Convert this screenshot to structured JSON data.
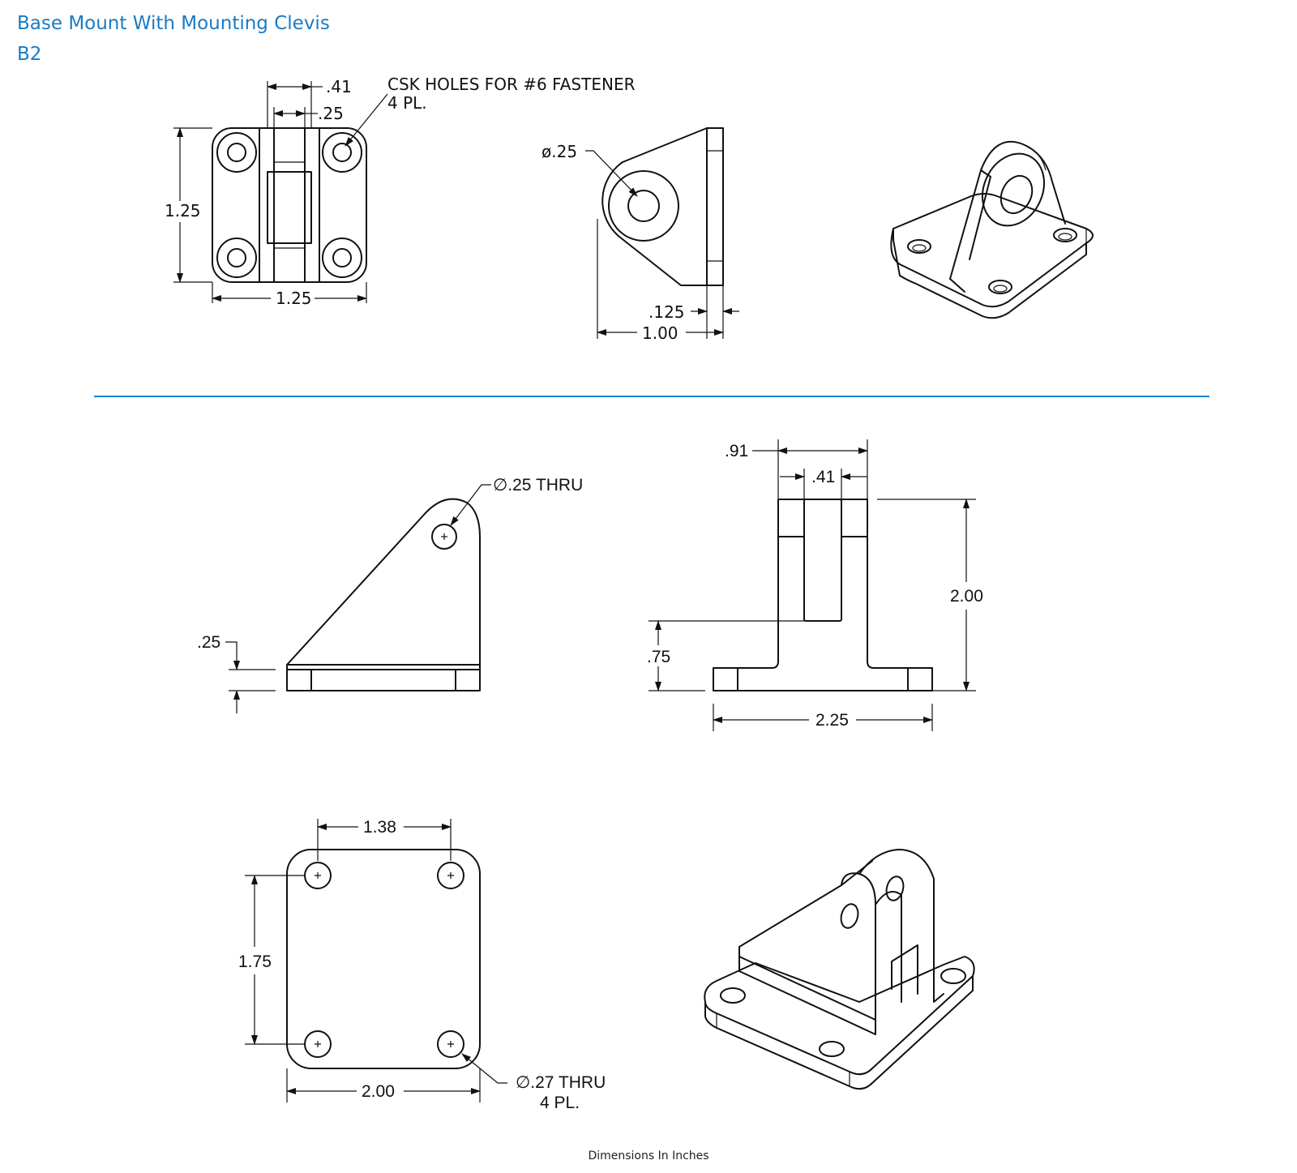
{
  "header": {
    "title": "Base Mount With Mounting Clevis",
    "model": "B2"
  },
  "top_views": {
    "front": {
      "dim_clevis_outer": ".41",
      "dim_clevis_inner": ".25",
      "dim_height": "1.25",
      "dim_width": "1.25",
      "note_line1": "CSK HOLES FOR #6 FASTENER",
      "note_line2": "4 PL."
    },
    "side": {
      "dim_hole": "ø.25",
      "dim_thickness": ".125",
      "dim_length": "1.00"
    }
  },
  "bottom_views": {
    "side": {
      "hole_note": "∅.25 THRU",
      "dim_base_thickness": ".25"
    },
    "front": {
      "dim_outer": ".91",
      "dim_inner": ".41",
      "dim_height": "2.00",
      "dim_slot_height": ".75",
      "dim_width": "2.25"
    },
    "plan": {
      "dim_hole_spacing_x": "1.38",
      "dim_hole_spacing_y": "1.75",
      "dim_width": "2.00",
      "hole_note_line1": "∅.27 THRU",
      "hole_note_line2": "4 PL."
    }
  },
  "footer": {
    "units_note": "Dimensions In Inches"
  }
}
